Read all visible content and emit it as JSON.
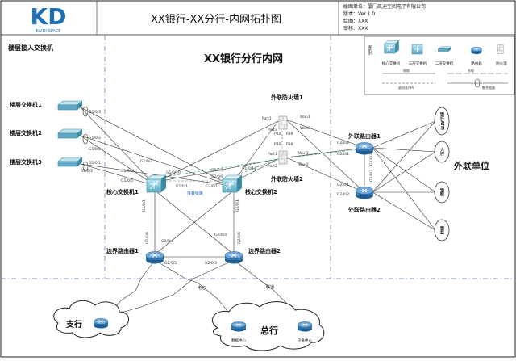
{
  "logo": {
    "mark": "KD",
    "name": "KAIDI SPACE"
  },
  "page_title": "XX银行-XX分行-内网拓扑图",
  "diagram_title": "XX银行分行内网",
  "info": {
    "unit": "绘图单位：厦门凯迪空间电子有限公司",
    "version": "版本：Ver 1.0",
    "drawer": "绘图：XXX",
    "reviewer": "审核：XXX"
  },
  "legend": {
    "title": "图例",
    "items": [
      {
        "label": "核心交换机",
        "icon": "core-switch-icon"
      },
      {
        "label": "三层交换机",
        "icon": "l3-switch-icon"
      },
      {
        "label": "二层交换机",
        "icon": "l2-switch-icon"
      },
      {
        "label": "路由器",
        "icon": "router-icon"
      },
      {
        "label": "防火墙",
        "icon": "firewall-icon"
      }
    ],
    "lines": {
      "copper": "铜缆",
      "fiber": "光缆",
      "virtual": "虚拟化/HA",
      "aggregate": "聚合链路"
    }
  },
  "sections": {
    "floor_access": "楼层接入交换机",
    "external_units": "外联单位"
  },
  "nodes": {
    "floor_switch_1": "楼层交换机1",
    "floor_switch_2": "楼层交换机2",
    "floor_switch_3": "楼层交换机3",
    "core_switch_1": "核心交换机1",
    "core_switch_2": "核心交换机2",
    "firewall_1": "外联防火墙1",
    "firewall_2": "外联防火墙2",
    "ext_router_1": "外联路由器1",
    "ext_router_2": "外联路由器2",
    "edge_router_1": "边界路由器1",
    "edge_router_2": "边界路由器2",
    "branch": "支行",
    "hq": "总行",
    "hq_data_center": "数据中心",
    "hq_disaster_center": "灾备中心",
    "ext_units": [
      "银行ATM",
      "人行",
      "银联",
      "银监"
    ]
  },
  "links": {
    "stack": "堆叠链路",
    "telecom": "电信",
    "unicom": "联通"
  },
  "ports": {
    "g1_0_3": "G1/0/3",
    "g1_0_2a": "G1/0/2",
    "g1_0_2b": "G1/0/2",
    "g1_0_1": "G1/0/1",
    "g1_0_5": "G1/0/5",
    "g1_0_6": "G1/0/6",
    "g1_0_7": "G1/0/7",
    "g2_0_5": "G2/0/5",
    "g2_0_6": "G2/0/6",
    "g2_0_3": "G2/0/3",
    "g2_0_1": "G2/0/1",
    "g2_0_2": "G2/0/2",
    "g2_0_4": "G2/0/4",
    "port1": "Port1",
    "port2": "Port2",
    "p40": "P40",
    "p39": "P39",
    "wan1": "Wan1",
    "wan2": "Wan2",
    "g1_0_10": "G1/0/10",
    "g1_0_11": "G1/0/11"
  }
}
